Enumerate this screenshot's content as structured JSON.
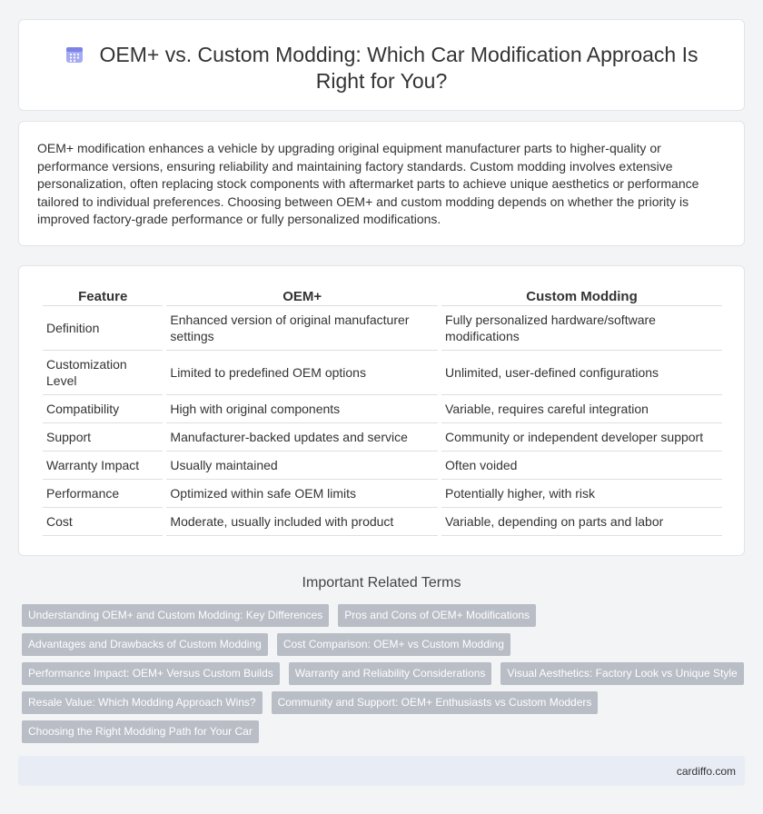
{
  "header": {
    "title": "OEM+ vs. Custom Modding: Which Car Modification Approach Is Right for You?",
    "icon": "calendar-icon"
  },
  "intro": {
    "text": "OEM+ modification enhances a vehicle by upgrading original equipment manufacturer parts to higher-quality or performance versions, ensuring reliability and maintaining factory standards. Custom modding involves extensive personalization, often replacing stock components with aftermarket parts to achieve unique aesthetics or performance tailored to individual preferences. Choosing between OEM+ and custom modding depends on whether the priority is improved factory-grade performance or fully personalized modifications."
  },
  "table": {
    "headers": [
      "Feature",
      "OEM+",
      "Custom Modding"
    ],
    "rows": [
      [
        "Definition",
        "Enhanced version of original manufacturer settings",
        "Fully personalized hardware/software modifications"
      ],
      [
        "Customization Level",
        "Limited to predefined OEM options",
        "Unlimited, user-defined configurations"
      ],
      [
        "Compatibility",
        "High with original components",
        "Variable, requires careful integration"
      ],
      [
        "Support",
        "Manufacturer-backed updates and service",
        "Community or independent developer support"
      ],
      [
        "Warranty Impact",
        "Usually maintained",
        "Often voided"
      ],
      [
        "Performance",
        "Optimized within safe OEM limits",
        "Potentially higher, with risk"
      ],
      [
        "Cost",
        "Moderate, usually included with product",
        "Variable, depending on parts and labor"
      ]
    ]
  },
  "related": {
    "title": "Important Related Terms",
    "tags": [
      "Understanding OEM+ and Custom Modding: Key Differences",
      "Pros and Cons of OEM+ Modifications",
      "Advantages and Drawbacks of Custom Modding",
      "Cost Comparison: OEM+ vs Custom Modding",
      "Performance Impact: OEM+ Versus Custom Builds",
      "Warranty and Reliability Considerations",
      "Visual Aesthetics: Factory Look vs Unique Style",
      "Resale Value: Which Modding Approach Wins?",
      "Community and Support: OEM+ Enthusiasts vs Custom Modders",
      "Choosing the Right Modding Path for Your Car"
    ]
  },
  "footer": {
    "site": "cardiffo.com"
  },
  "colors": {
    "background": "#f3f4f6",
    "card": "#ffffff",
    "tag": "#b8bdc6",
    "footer": "#e8ecf5",
    "icon": "#8a8fe0"
  }
}
